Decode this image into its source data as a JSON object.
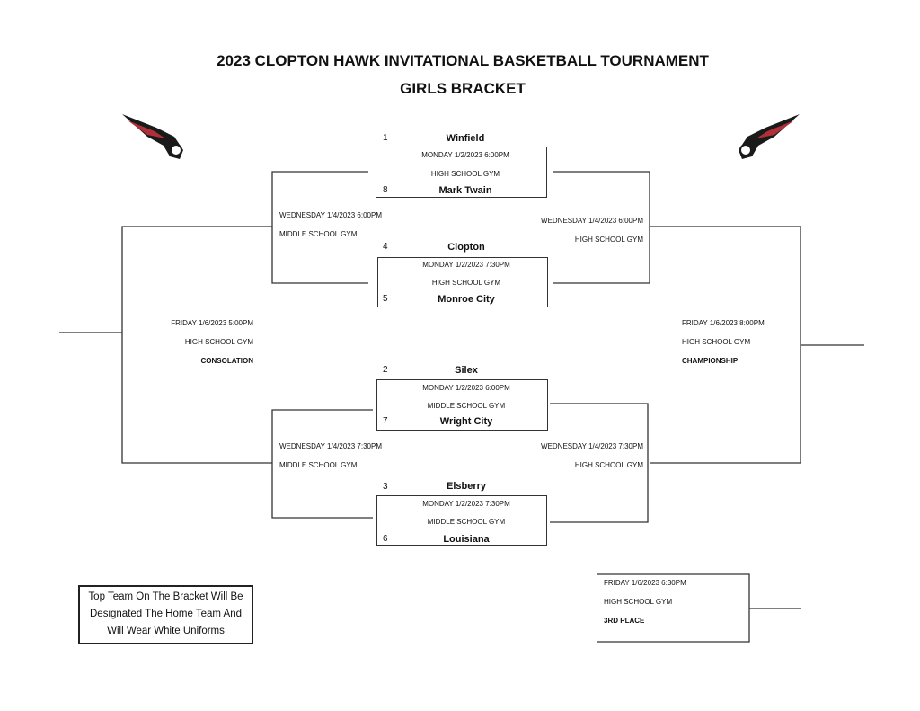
{
  "header": {
    "title": "2023 CLOPTON HAWK INVITATIONAL BASKETBALL TOURNAMENT",
    "subtitle": "GIRLS BRACKET"
  },
  "first_round": [
    {
      "top_seed": "1",
      "top_team": "Winfield",
      "bottom_seed": "8",
      "bottom_team": "Mark Twain",
      "time": "MONDAY 1/2/2023 6:00PM",
      "venue": "HIGH SCHOOL GYM"
    },
    {
      "top_seed": "4",
      "top_team": "Clopton",
      "bottom_seed": "5",
      "bottom_team": "Monroe City",
      "time": "MONDAY  1/2/2023 7:30PM",
      "venue": "HIGH SCHOOL GYM"
    },
    {
      "top_seed": "2",
      "top_team": "Silex",
      "bottom_seed": "7",
      "bottom_team": "Wright City",
      "time": "MONDAY  1/2/2023 6:00PM",
      "venue": "MIDDLE SCHOOL GYM"
    },
    {
      "top_seed": "3",
      "top_team": "Elsberry",
      "bottom_seed": "6",
      "bottom_team": "Louisiana",
      "time": "MONDAY  1/2/2023 7:30PM",
      "venue": "MIDDLE SCHOOL GYM"
    }
  ],
  "semis": {
    "left_top": {
      "time": "WEDNESDAY 1/4/2023 6:00PM",
      "venue": "MIDDLE SCHOOL GYM"
    },
    "right_top": {
      "time": "WEDNESDAY 1/4/2023 6:00PM",
      "venue": "HIGH SCHOOL GYM"
    },
    "left_bottom": {
      "time": "WEDNESDAY 1/4/2023 7:30PM",
      "venue": "MIDDLE SCHOOL GYM"
    },
    "right_bottom": {
      "time": "WEDNESDAY 1/4/2023 7:30PM",
      "venue": "HIGH SCHOOL GYM"
    }
  },
  "finals": {
    "consolation": {
      "time": "FRIDAY 1/6/2023 5:00PM",
      "venue": "HIGH SCHOOL  GYM",
      "label": "CONSOLATION"
    },
    "championship": {
      "time": "FRIDAY 1/6/2023 8:00PM",
      "venue": "HIGH SCHOOL  GYM",
      "label": "CHAMPIONSHIP"
    },
    "third_place": {
      "time": "FRIDAY 1/6/2023 6:30PM",
      "venue": "HIGH SCHOOL GYM",
      "label": "3RD PLACE"
    }
  },
  "note": {
    "line1": "Top Team On The Bracket Will Be",
    "line2": "Designated The Home Team And",
    "line3": "Will Wear White Uniforms"
  },
  "colors": {
    "hawk_red": "#b0303a",
    "hawk_dark": "#1a1a1a"
  }
}
